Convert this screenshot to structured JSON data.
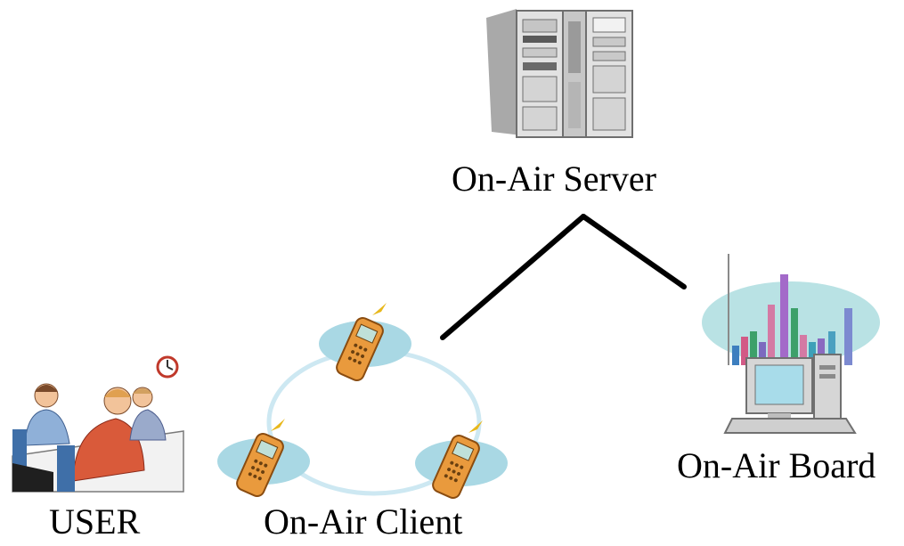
{
  "nodes": {
    "server": {
      "label": "On-Air Server",
      "icon": "server-icon"
    },
    "board": {
      "label": "On-Air Board",
      "icon": "computer-chart-icon"
    },
    "client": {
      "label": "On-Air Client",
      "icon": "mobile-phone-icon"
    },
    "user": {
      "label": "USER",
      "icon": "office-people-icon"
    }
  },
  "colors": {
    "link": "#000000",
    "ring": "#cde8f2",
    "ellipse": "#a9d8e4",
    "phone_body": "#e99a3d",
    "server_body": "#d9d9d9"
  }
}
